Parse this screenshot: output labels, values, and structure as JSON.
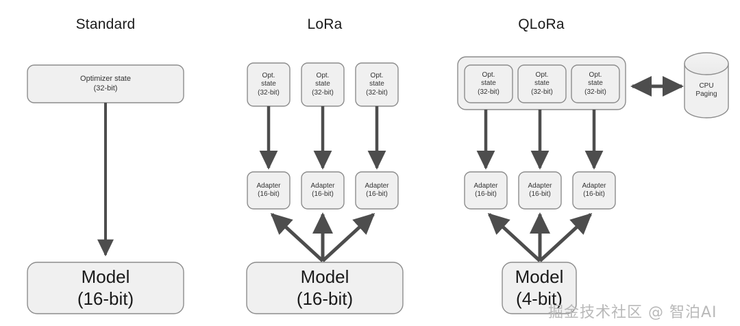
{
  "diagram": {
    "background": "#ffffff",
    "box_fill": "#f0f0f0",
    "box_stroke": "#8c8c8c",
    "arrow_color": "#4d4d4d",
    "watermark_color": "#b9b9b9"
  },
  "panels": [
    {
      "id": "standard",
      "title": "Standard",
      "optimizer": {
        "line1": "Optimizer state",
        "line2": "(32-bit)"
      },
      "model": {
        "line1": "Model",
        "line2": "(16-bit)"
      }
    },
    {
      "id": "lora",
      "title": "LoRa",
      "optimizers": [
        {
          "line1": "Opt.",
          "line2": "state",
          "line3": "(32-bit)"
        },
        {
          "line1": "Opt.",
          "line2": "state",
          "line3": "(32-bit)"
        },
        {
          "line1": "Opt.",
          "line2": "state",
          "line3": "(32-bit)"
        }
      ],
      "adapters": [
        {
          "line1": "Adapter",
          "line2": "(16-bit)"
        },
        {
          "line1": "Adapter",
          "line2": "(16-bit)"
        },
        {
          "line1": "Adapter",
          "line2": "(16-bit)"
        }
      ],
      "model": {
        "line1": "Model",
        "line2": "(16-bit)"
      }
    },
    {
      "id": "qlora",
      "title": "QLoRa",
      "optimizers": [
        {
          "line1": "Opt.",
          "line2": "state",
          "line3": "(32-bit)"
        },
        {
          "line1": "Opt.",
          "line2": "state",
          "line3": "(32-bit)"
        },
        {
          "line1": "Opt.",
          "line2": "state",
          "line3": "(32-bit)"
        }
      ],
      "adapters": [
        {
          "line1": "Adapter",
          "line2": "(16-bit)"
        },
        {
          "line1": "Adapter",
          "line2": "(16-bit)"
        },
        {
          "line1": "Adapter",
          "line2": "(16-bit)"
        }
      ],
      "model": {
        "line1": "Model",
        "line2": "(4-bit)"
      },
      "storage": {
        "line1": "CPU",
        "line2": "Paging"
      }
    }
  ],
  "watermark": {
    "text": "掘金技术社区 @ 智泊AI"
  }
}
